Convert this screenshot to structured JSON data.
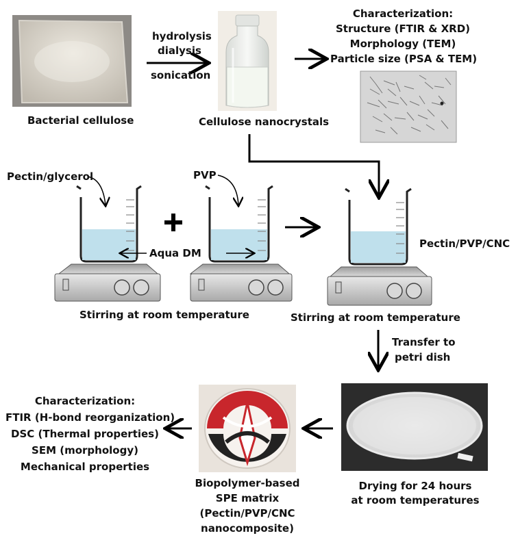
{
  "step1": {
    "source_label": "Bacterial cellulose",
    "process_labels": [
      "hydrolysis",
      "dialysis",
      "sonication"
    ],
    "product_label": "Cellulose nanocrystals"
  },
  "cnc_characterization": {
    "title": "Characterization:",
    "lines": [
      "Structure (FTIR & XRD)",
      "Morphology (TEM)",
      "Particle size (PSA & TEM)"
    ]
  },
  "mixing": {
    "beaker1_label": "Pectin/glycerol",
    "beaker2_label": "PVP",
    "plus_symbol": "+",
    "solvent_label": "Aqua DM",
    "stirring_label_left": "Stirring at room temperature",
    "mixture_label": "Pectin/PVP/CNC",
    "stirring_label_right": "Stirring at room temperature"
  },
  "transfer": {
    "lines": [
      "Transfer to",
      "petri dish"
    ]
  },
  "drying": {
    "lines": [
      "Drying for 24 hours",
      "at room temperatures"
    ]
  },
  "product": {
    "lines": [
      "Biopolymer-based",
      "SPE matrix",
      "(Pectin/PVP/CNC",
      "nanocomposite)"
    ]
  },
  "film_characterization": {
    "title": "Characterization:",
    "lines": [
      "FTIR (H-bond reorganization)",
      "DSC (Thermal properties)",
      "SEM (morphology)",
      "Mechanical properties"
    ]
  },
  "colors": {
    "liquid": "#bfe0ec",
    "milk": "#f3f7f0",
    "hotplate": "#cfcfcf",
    "arrow": "#000000"
  },
  "icons": [
    "beaker-icon",
    "hotplate-icon",
    "arrow-icon",
    "plus-icon"
  ]
}
